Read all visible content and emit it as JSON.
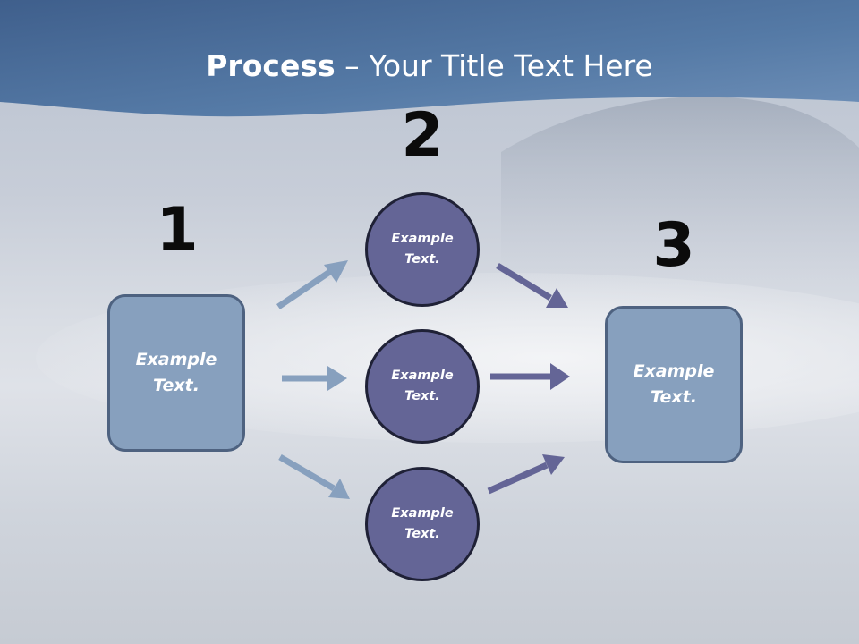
{
  "title": {
    "bold": "Process",
    "rest": " – Your Title Text Here"
  },
  "steps": [
    {
      "number": "1",
      "text": "Example Text."
    },
    {
      "number": "2",
      "items": [
        "Example Text.",
        "Example Text.",
        "Example Text."
      ]
    },
    {
      "number": "3",
      "text": "Example Text."
    }
  ],
  "colors": {
    "header": "#4f73a0",
    "box_fill": "#87a0be",
    "circle_fill": "#646596",
    "arrow_light": "#87a0be",
    "arrow_dark": "#646596"
  }
}
